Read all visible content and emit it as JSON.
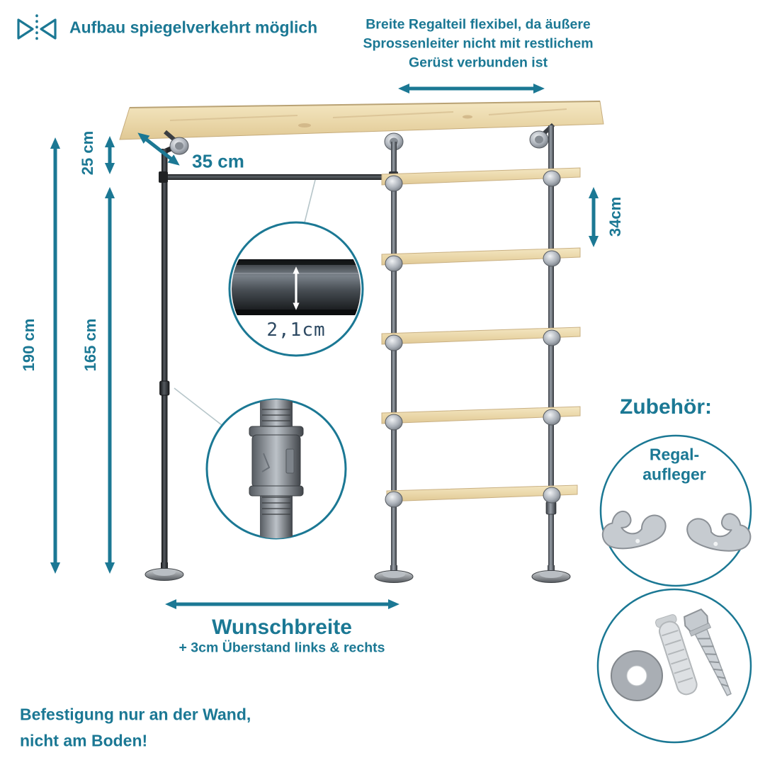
{
  "colors": {
    "accent_teal": "#1b7894",
    "dim_navy": "#2e4a63",
    "wood": "#ecd9ae",
    "pipe_dark": "#232527",
    "metal_grey": "#9aa0a7",
    "background": "#ffffff"
  },
  "top_left": {
    "icon": "mirror-flip-icon",
    "label": "Aufbau spiegelverkehrt möglich"
  },
  "top_right": {
    "icon": "horizontal-range-arrow",
    "lines": [
      "Breite Regalteil flexibel, da äußere",
      "Sprossenleiter nicht mit restlichem",
      "Gerüst verbunden ist"
    ]
  },
  "dimensions": {
    "total_height": "190 cm",
    "rail_drop": "25 cm",
    "rail_height": "165 cm",
    "depth": "35 cm",
    "shelf_gap": "34cm",
    "pipe_diameter": "2,1cm",
    "width_label": "Wunschbreite",
    "width_note": "+ 3cm Überstand links & rechts"
  },
  "accessories": {
    "heading": "Zubehör:",
    "shelf_clip": {
      "line1": "Regal-",
      "line2": "aufleger"
    },
    "mounting_kit_icon": "wall-anchor-screw-washer"
  },
  "footer_note": {
    "line1": "Befestigung nur an der Wand,",
    "line2": "nicht am Boden!"
  }
}
